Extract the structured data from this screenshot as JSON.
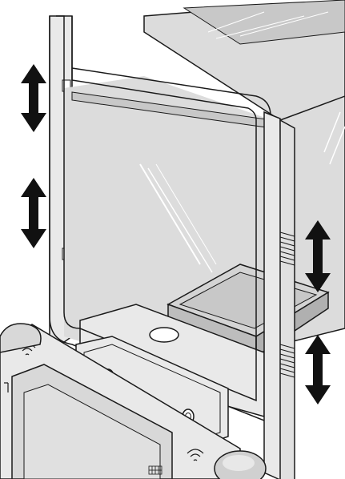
{
  "figure": {
    "subject": "analytical-balance-draft-shield",
    "colors": {
      "line": "#1a1a1a",
      "glass": "#dcdcdc",
      "glass_dark": "#c8c8c8",
      "frame": "#e9e9e9",
      "arrow": "#111111",
      "background": "#ffffff"
    },
    "arrows": [
      {
        "id": "left-upper",
        "direction": "up-down"
      },
      {
        "id": "left-lower",
        "direction": "up-down"
      },
      {
        "id": "right-upper",
        "direction": "up-down"
      },
      {
        "id": "right-lower",
        "direction": "up-down"
      }
    ]
  }
}
